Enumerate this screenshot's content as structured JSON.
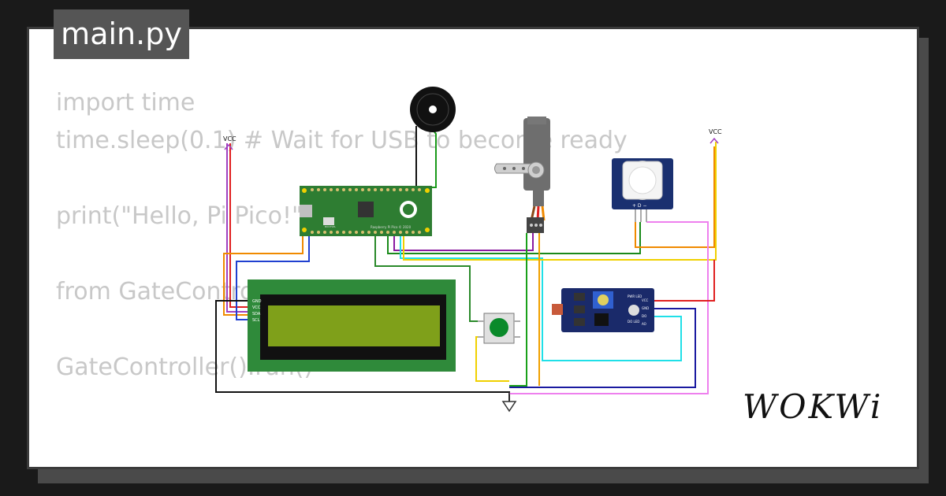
{
  "file_tab": {
    "label": "main.py"
  },
  "code_lines": [
    "import time",
    "time.sleep(0.1) # Wait for USB to become ready",
    "",
    "print(\"Hello, Pi Pico!\")",
    "",
    "from GateController import *",
    "",
    "GateController().run()"
  ],
  "labels": {
    "vcc_left": "VCC",
    "vcc_right": "VCC",
    "lcd_pins": [
      "GND",
      "VCC",
      "SDA",
      "SCL"
    ],
    "ldr_pins": [
      "VCC",
      "GND",
      "DO",
      "AO"
    ],
    "ldr_leds": [
      "PWR LED",
      "DO LED"
    ],
    "pir_pins": "+ D −",
    "pico_text": "Raspberry Pi Pico © 2020",
    "board_text": "BOOTSEL"
  },
  "logo": {
    "text": "WOKWi"
  },
  "colors": {
    "background": "#1a1a1a",
    "card": "#ffffff",
    "tab": "#555555",
    "code_text": "#c8c8c8",
    "pico_green": "#2e7d32",
    "lcd_green": "#2f8a3a",
    "lcd_screen": "#7fa01a",
    "ldr_board": "#1a2a6a"
  }
}
